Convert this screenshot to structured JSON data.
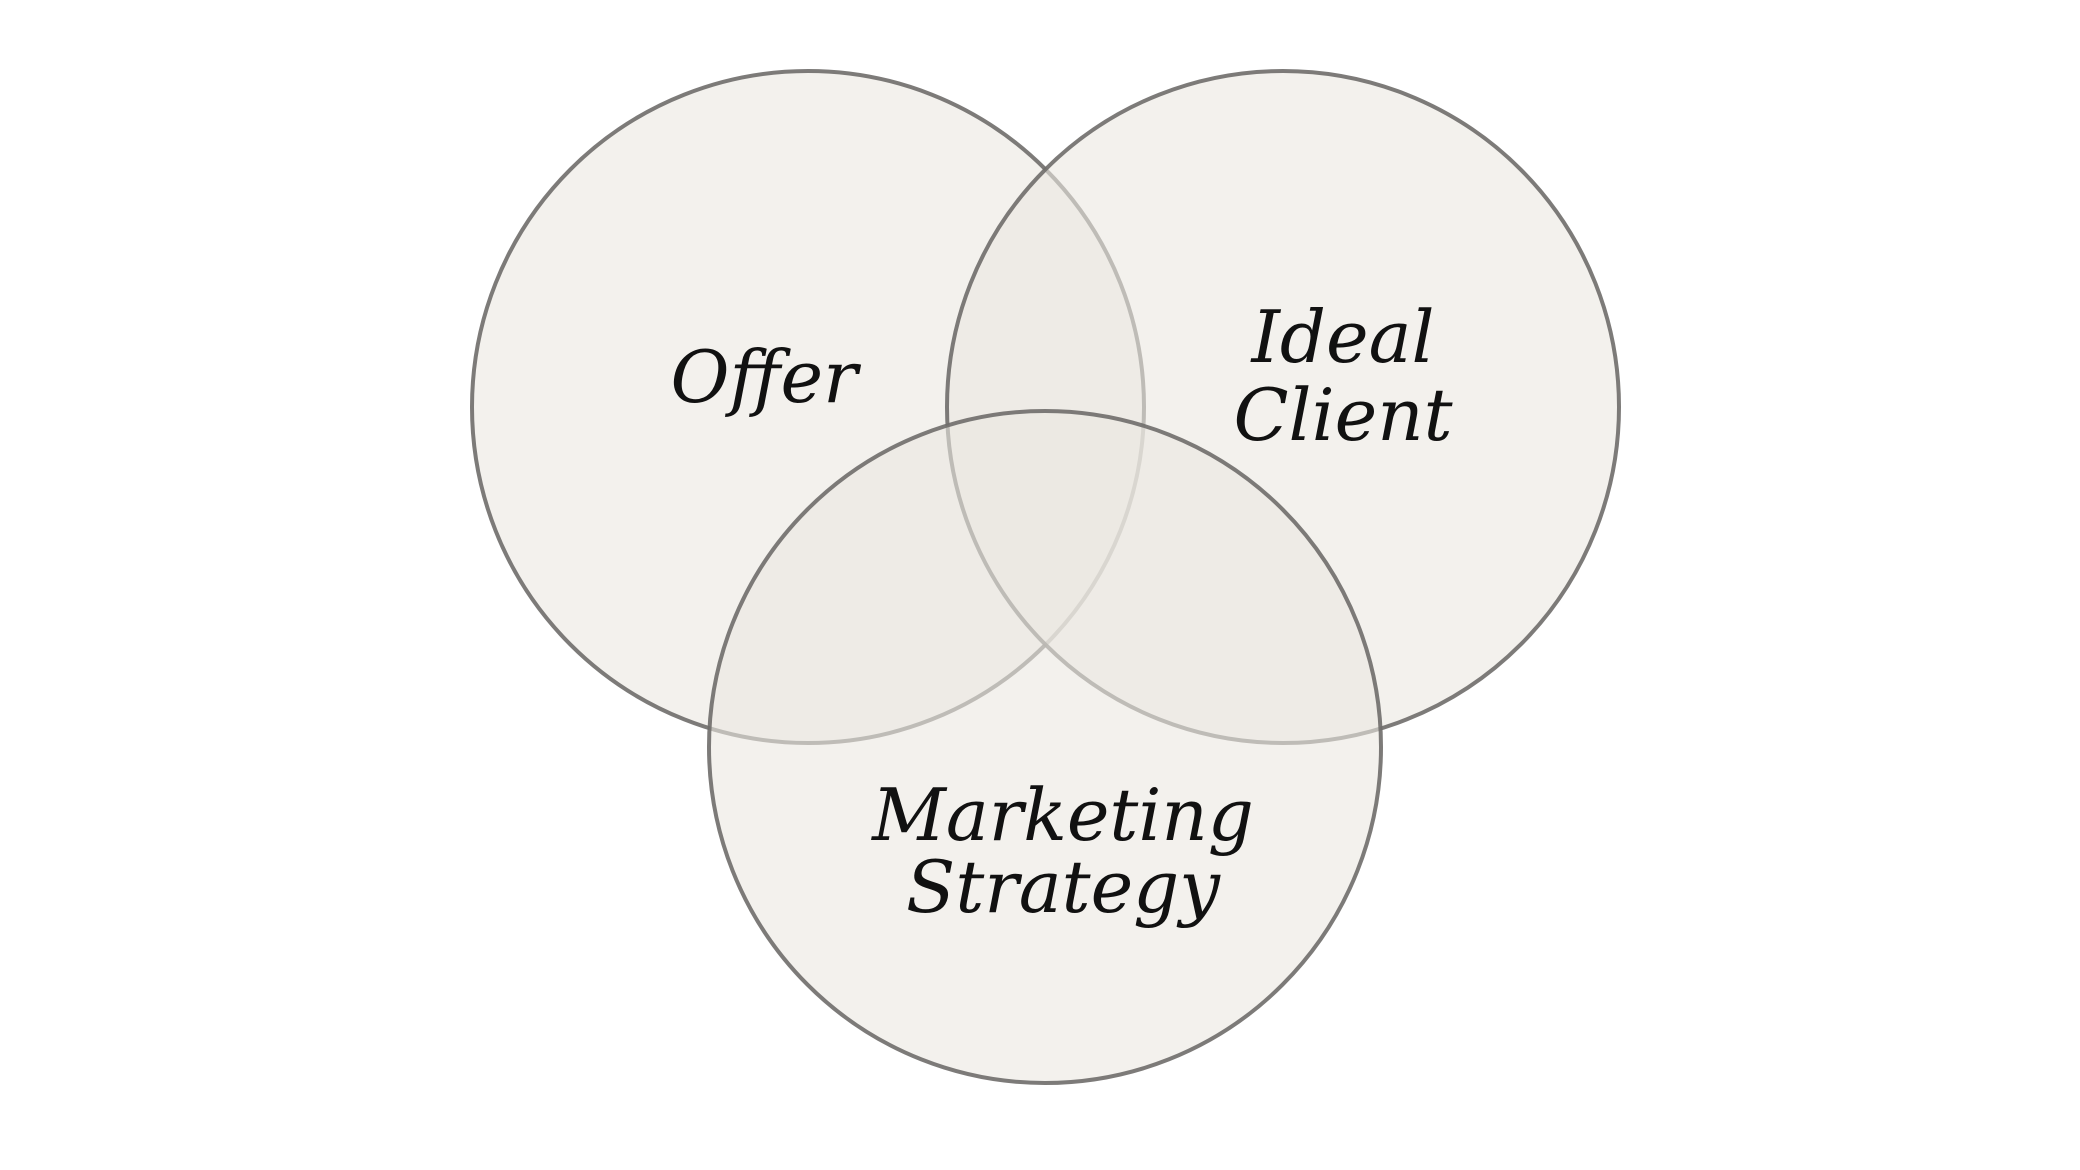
{
  "diagram": {
    "type": "venn",
    "circles": [
      {
        "label_lines": [
          "Offer"
        ]
      },
      {
        "label_lines": [
          "Ideal",
          "Client"
        ]
      },
      {
        "label_lines": [
          "Marketing",
          "Strategy"
        ]
      }
    ],
    "colors": {
      "fill": "#f2f0eb",
      "stroke": "#6f6d6a",
      "background": "#ffffff"
    }
  }
}
